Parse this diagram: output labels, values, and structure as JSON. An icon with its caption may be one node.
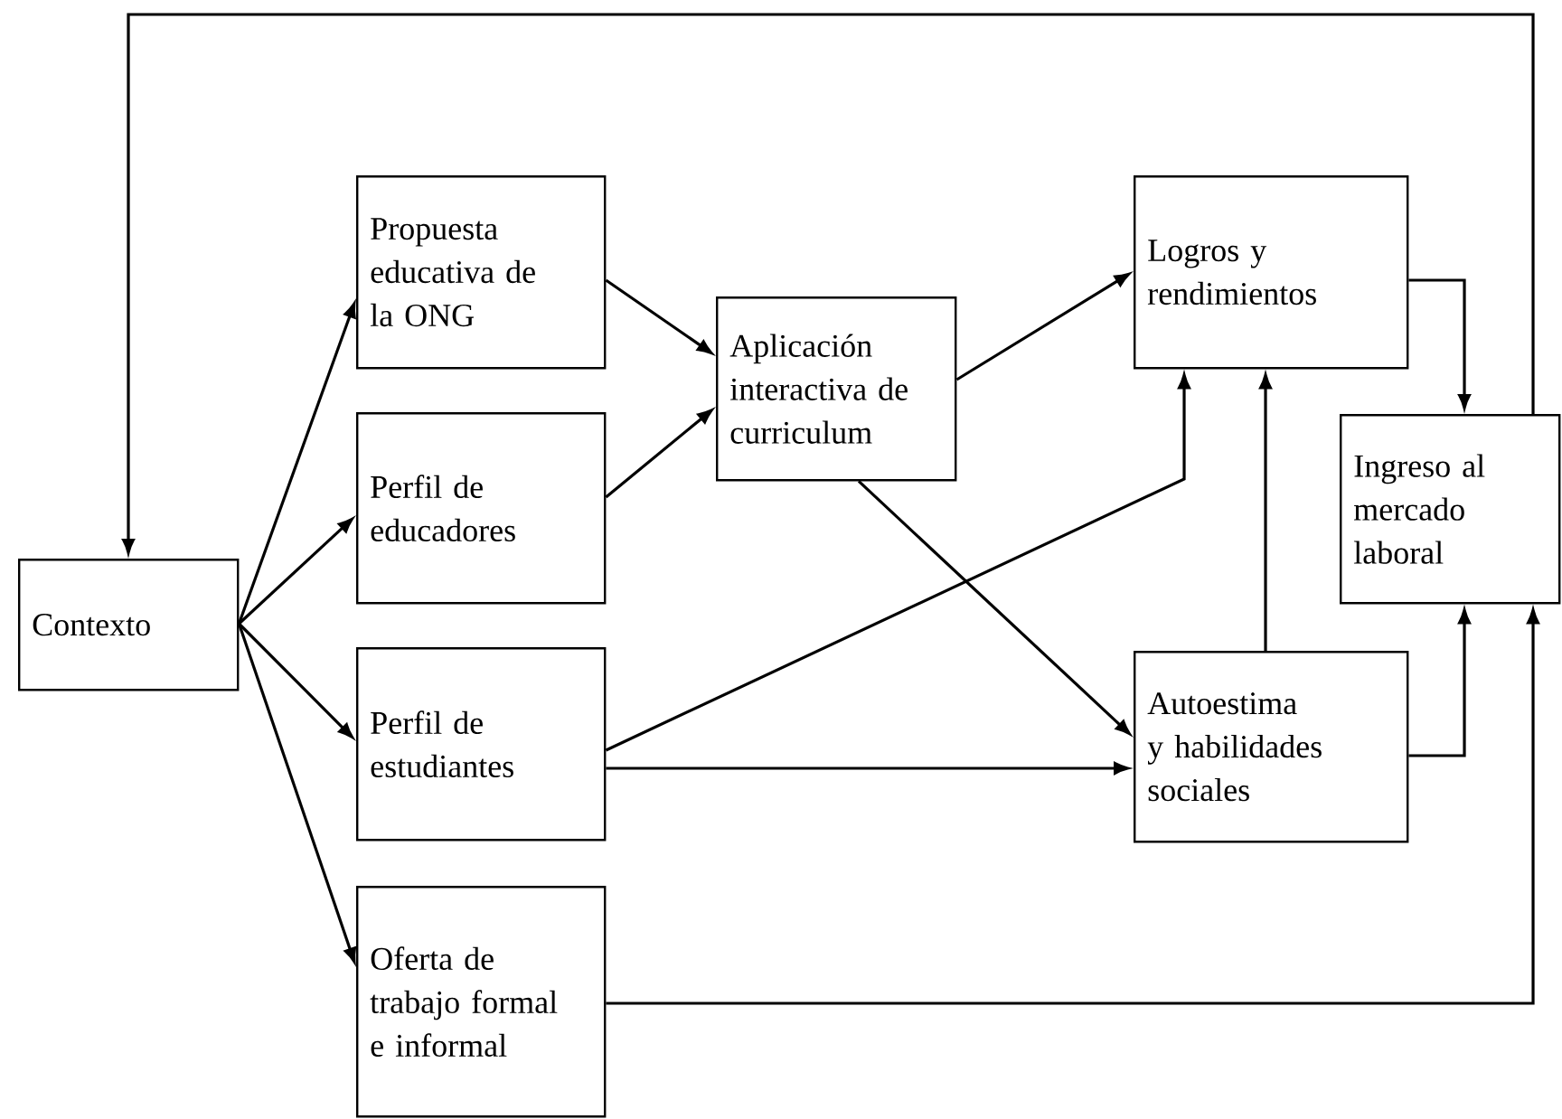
{
  "diagram": {
    "nodes": [
      {
        "text": [
          "Contexto"
        ]
      },
      {
        "text": [
          "Propuesta educativa de la ONG"
        ]
      },
      {
        "text": [
          "Perfil de educadores"
        ]
      },
      {
        "text": [
          "Perfil de estudiantes"
        ]
      },
      {
        "text": [
          "Oferta de trabajo formal e informal"
        ]
      },
      {
        "text": [
          "Aplicación interactiva de curriculum"
        ]
      },
      {
        "text": [
          "Logros y rendimientos"
        ]
      },
      {
        "text": [
          "Autoestima y habilidades sociales"
        ]
      },
      {
        "text": [
          "Ingreso al mercado laboral"
        ]
      }
    ],
    "edges": [
      {
        "from": 0,
        "to": 1,
        "arrow": "to"
      },
      {
        "from": 0,
        "to": 2,
        "arrow": "to"
      },
      {
        "from": 0,
        "to": 3,
        "arrow": "to"
      },
      {
        "from": 0,
        "to": 4,
        "arrow": "to"
      },
      {
        "from": 1,
        "to": 5,
        "arrow": "to"
      },
      {
        "from": 2,
        "to": 5,
        "arrow": "to"
      },
      {
        "from": 5,
        "to": 6,
        "arrow": "to"
      },
      {
        "from": 5,
        "to": 7,
        "arrow": "to"
      },
      {
        "from": 3,
        "to": 6,
        "arrow": "to"
      },
      {
        "from": 3,
        "to": 7,
        "arrow": "to"
      },
      {
        "from": 6,
        "to": 8,
        "arrow": "to"
      },
      {
        "from": 7,
        "to": 6,
        "arrow": "to"
      },
      {
        "from": 7,
        "to": 8,
        "arrow": "to"
      },
      {
        "from": 4,
        "to": 8,
        "arrow": "to"
      },
      {
        "from": 8,
        "to": 0,
        "arrow": "to"
      }
    ]
  }
}
